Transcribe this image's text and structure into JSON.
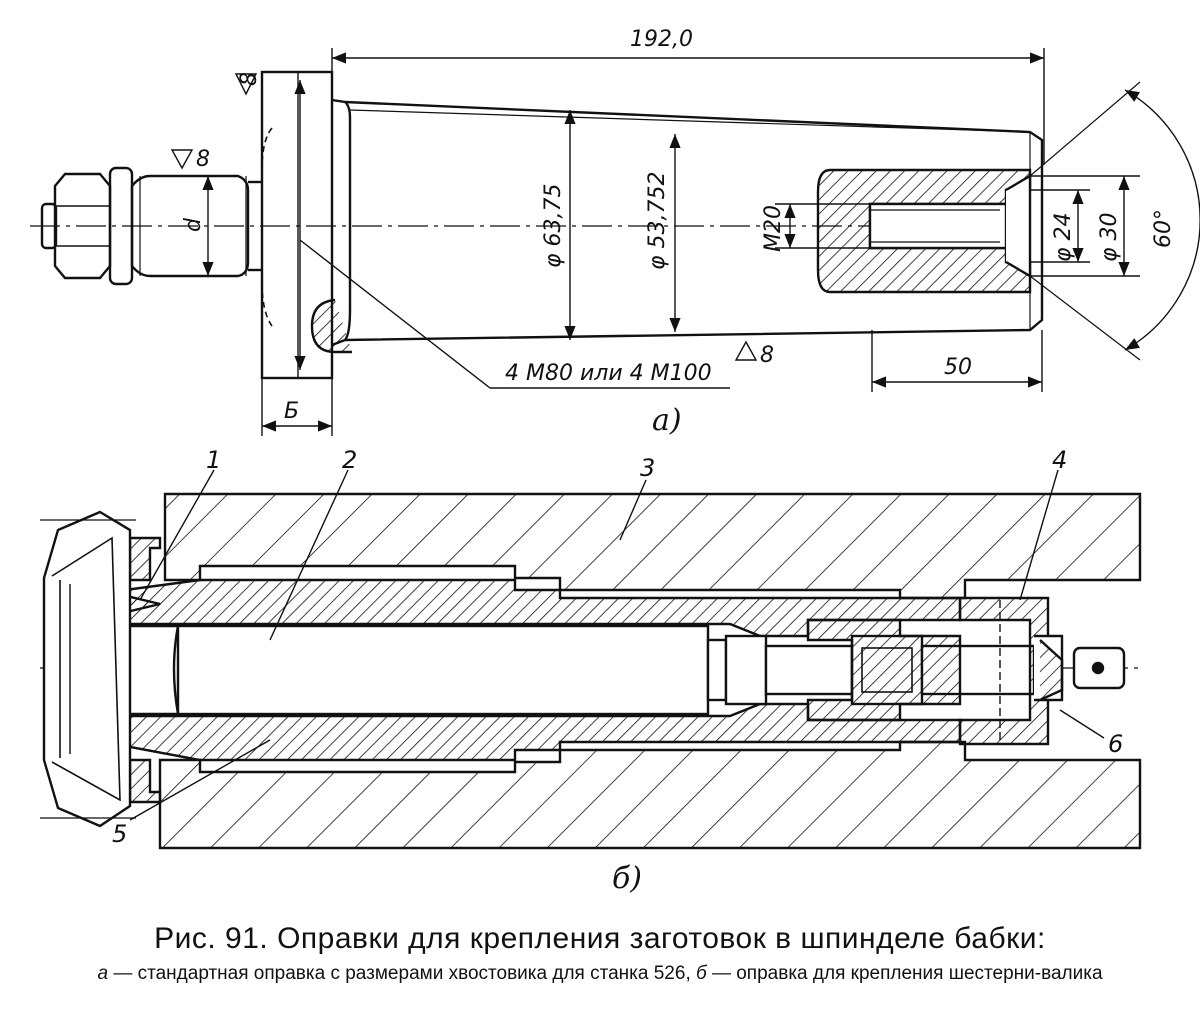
{
  "figure_a": {
    "sublabel": "а)",
    "dims": {
      "length": "192,0",
      "d": "d",
      "dia_1": "φ 63,75",
      "dia_2": "φ 53,752",
      "thread": "M20",
      "dia_3": "φ 24",
      "dia_4": "φ 30",
      "angle": "60°",
      "len_50": "50",
      "width_b": "Б",
      "bolts": "4 М80 или 4 М100"
    },
    "roughness": [
      "8",
      "8",
      "8"
    ]
  },
  "figure_b": {
    "sublabel": "б)",
    "parts": [
      "1",
      "2",
      "3",
      "4",
      "5",
      "6"
    ]
  },
  "caption": {
    "title": "Рис. 91. Оправки для крепления заготовок в шпинделе бабки:",
    "a_letter": "а",
    "a_text": " — стандартная оправка с размерами хвостовика для станка 526,",
    "b_letter": "б",
    "b_text": " — оправка для крепления шестерни-валика"
  }
}
